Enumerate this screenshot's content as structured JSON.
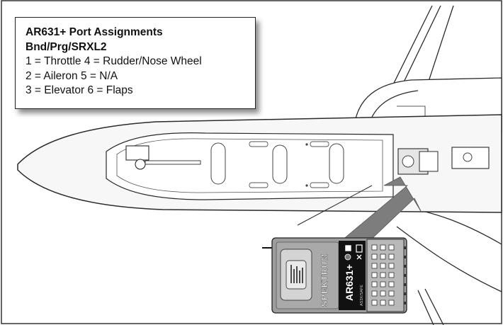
{
  "callout": {
    "title": "AR631+ Port Assignments",
    "subtitle": "Bnd/Prg/SRXL2",
    "rows": [
      "1 = Throttle  4 = Rudder/Nose Wheel",
      "2 = Aileron  5 = N/A",
      "3 = Elevator  6 = Flaps"
    ]
  },
  "receiver": {
    "model": "AR631+",
    "brand": "SPEKTRUM",
    "small_print": "AS3X/SAFE"
  },
  "colors": {
    "line": "#2a2a2a",
    "fuselage_fill": "#f7f7f7",
    "callout_border": "#222222",
    "arrow_fill": "#7d7d7d",
    "receiver_body": "#9d9d9d",
    "receiver_label": "#111111"
  }
}
